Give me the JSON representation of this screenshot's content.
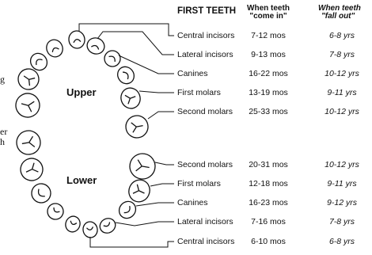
{
  "header": {
    "col_teeth": "FIRST TEETH",
    "col_in_line1": "When teeth",
    "col_in_line2": "\"come in\"",
    "col_out_line1": "When teeth",
    "col_out_line2": "\"fall out\""
  },
  "jaw_labels": {
    "upper": "Upper",
    "lower": "Lower"
  },
  "edge_fragments": [
    "g",
    "er",
    "h"
  ],
  "upper_rows": [
    {
      "tooth": "Central incisors",
      "come_in": "7-12 mos",
      "fall_out": "6-8 yrs"
    },
    {
      "tooth": "Lateral incisors",
      "come_in": "9-13 mos",
      "fall_out": "7-8 yrs"
    },
    {
      "tooth": "Canines",
      "come_in": "16-22 mos",
      "fall_out": "10-12 yrs"
    },
    {
      "tooth": "First molars",
      "come_in": "13-19 mos",
      "fall_out": "9-11 yrs"
    },
    {
      "tooth": "Second molars",
      "come_in": "25-33 mos",
      "fall_out": "10-12 yrs"
    }
  ],
  "lower_rows": [
    {
      "tooth": "Second molars",
      "come_in": "20-31 mos",
      "fall_out": "10-12 yrs"
    },
    {
      "tooth": "First molars",
      "come_in": "12-18 mos",
      "fall_out": "9-11 yrs"
    },
    {
      "tooth": "Canines",
      "come_in": "16-23 mos",
      "fall_out": "9-12 yrs"
    },
    {
      "tooth": "Lateral incisors",
      "come_in": "7-16 mos",
      "fall_out": "7-8 yrs"
    },
    {
      "tooth": "Central incisors",
      "come_in": "6-10 mos",
      "fall_out": "6-8 yrs"
    }
  ]
}
